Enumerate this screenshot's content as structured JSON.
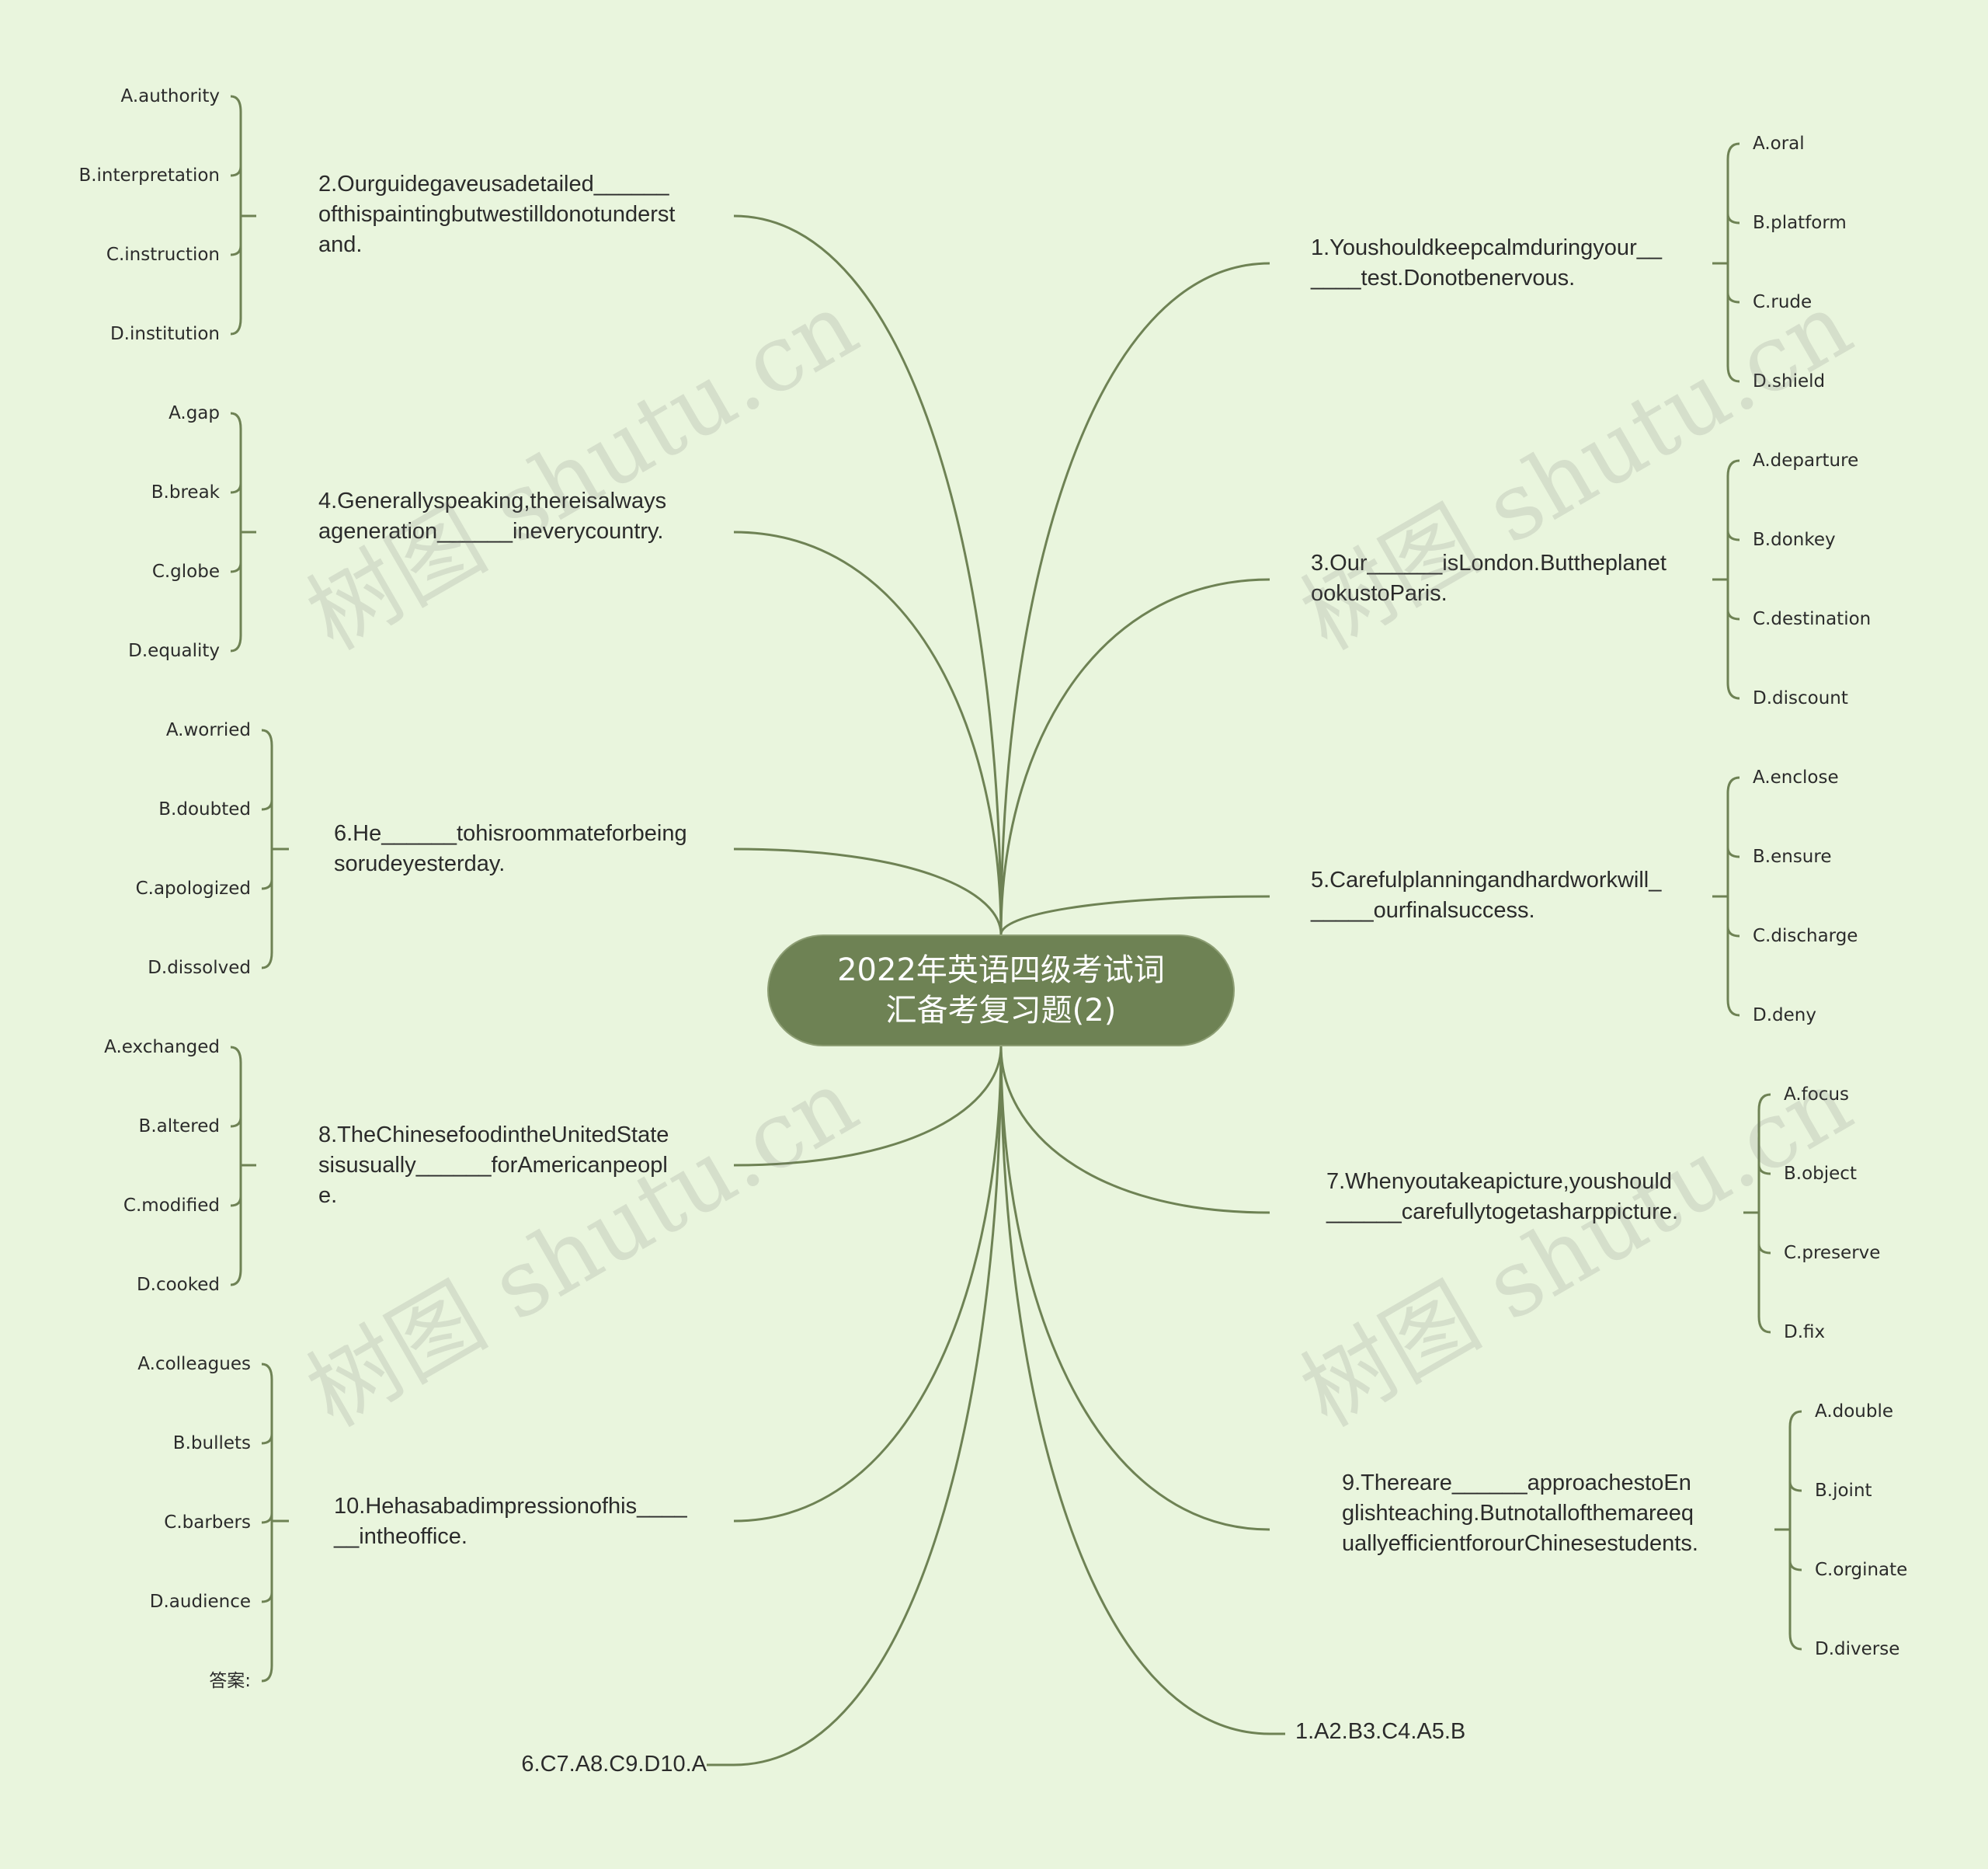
{
  "center_title": "2022年英语四级考试词汇备考复习题(2)",
  "colors": {
    "background": "#e9f5dd",
    "center": "#6e8254",
    "line": "#6e8254",
    "text": "#2b2b2b"
  },
  "watermark": "树图 shutu.cn",
  "questions": [
    {
      "id": "q2",
      "text": "2.Ourguidegaveusadetailed______ofthispaintingbutwestilldonotunderstand.",
      "options": [
        "A.authority",
        "B.interpretation",
        "C.instruction",
        "D.institution"
      ]
    },
    {
      "id": "q4",
      "text": "4.Generallyspeaking,thereisalwaysageneration______ineverycountry.",
      "options": [
        "A.gap",
        "B.break",
        "C.globe",
        "D.equality"
      ]
    },
    {
      "id": "q6",
      "text": "6.He______tohisroommateforbeingsorudeyesterday.",
      "options": [
        "A.worried",
        "B.doubted",
        "C.apologized",
        "D.dissolved"
      ]
    },
    {
      "id": "q8",
      "text": "8.TheChinesefoodintheUnitedStatesisusually______forAmericanpeople.",
      "options": [
        "A.exchanged",
        "B.altered",
        "C.modified",
        "D.cooked"
      ]
    },
    {
      "id": "q10",
      "text": "10.Hehasabadimpressionofhis______intheoffice.",
      "options": [
        "A.colleagues",
        "B.bullets",
        "C.barbers",
        "D.audience",
        "答案:"
      ]
    },
    {
      "id": "q1",
      "text": "1.Youshouldkeepcalmduringyour______test.Donotbenervous.",
      "options": [
        "A.oral",
        "B.platform",
        "C.rude",
        "D.shield"
      ]
    },
    {
      "id": "q3",
      "text": "3.Our______isLondon.ButtheplanetookustoParis.",
      "options": [
        "A.departure",
        "B.donkey",
        "C.destination",
        "D.discount"
      ]
    },
    {
      "id": "q5",
      "text": "5.Carefulplanningandhardworkwill______ourfinalsuccess.",
      "options": [
        "A.enclose",
        "B.ensure",
        "C.discharge",
        "D.deny"
      ]
    },
    {
      "id": "q7",
      "text": "7.Whenyoutakeapicture,youshould______carefullytogetasharppicture.",
      "options": [
        "A.focus",
        "B.object",
        "C.preserve",
        "D.fix"
      ]
    },
    {
      "id": "q9",
      "text": "9.Thereare______approachestoEnglishteaching.ButnotallofthemareequallyefficientforourChinesestudents.",
      "options": [
        "A.double",
        "B.joint",
        "C.orginate",
        "D.diverse"
      ]
    }
  ],
  "answers": {
    "right": "1.A2.B3.C4.A5.B",
    "left": "6.C7.A8.C9.D10.A"
  }
}
